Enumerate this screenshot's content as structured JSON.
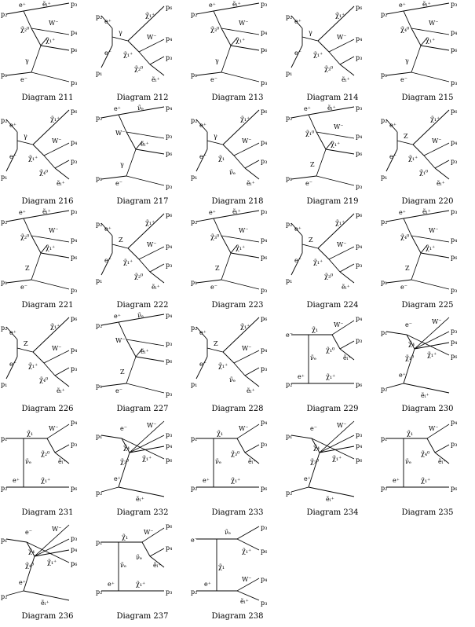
{
  "diagrams": [
    {
      "caption": "Diagram 211",
      "tmpl": "A",
      "labels": {
        "tl": "p₂",
        "bl": "p₁",
        "v1": "e⁺",
        "v2": "e⁻",
        "boson": "γ",
        "e1": "p₃",
        "e1p": "ẽₗ⁺",
        "int1": "χ̃₂⁰",
        "w": "W⁻",
        "e2": "p₄",
        "int2": "χ̃₁⁺",
        "e3": "p₆",
        "e4": "p₃"
      }
    },
    {
      "caption": "Diagram 212",
      "tmpl": "B",
      "labels": {
        "tl": "p₂",
        "bl": "p₁",
        "v1": "e⁺",
        "v2": "e⁻",
        "boson": "γ",
        "e1": "p₆",
        "e1p": "χ̃₁⁺",
        "w": "W⁻",
        "e2": "p₄",
        "int1": "χ̃₁⁺",
        "int2": "χ̃₂⁰",
        "e3": "p₃",
        "e4": "ẽₗ⁺"
      }
    },
    {
      "caption": "Diagram 213",
      "tmpl": "A",
      "labels": {
        "tl": "p₂",
        "bl": "p₁",
        "v1": "e⁺",
        "v2": "e⁻",
        "boson": "γ",
        "e1": "p₃",
        "e1p": "ẽₗ⁺",
        "int1": "χ̃₃⁰",
        "w": "W⁻",
        "e2": "p₄",
        "int2": "χ̃₁⁺",
        "e3": "p₆",
        "e4": "p₃"
      }
    },
    {
      "caption": "Diagram 214",
      "tmpl": "B",
      "labels": {
        "tl": "p₂",
        "bl": "p₁",
        "v1": "e⁺",
        "v2": "e⁻",
        "boson": "γ",
        "e1": "p₆",
        "e1p": "χ̃₁⁺",
        "w": "W⁻",
        "e2": "p₄",
        "int1": "χ̃₁⁺",
        "int2": "χ̃₃⁰",
        "e3": "p₃",
        "e4": "ẽₗ⁺"
      }
    },
    {
      "caption": "Diagram 215",
      "tmpl": "A",
      "labels": {
        "tl": "p₂",
        "bl": "p₁",
        "v1": "e⁺",
        "v2": "e⁻",
        "boson": "γ",
        "e1": "p₃",
        "e1p": "ẽₗ⁺",
        "int1": "χ̃₄⁰",
        "w": "W⁻",
        "e2": "p₄",
        "int2": "χ̃₁⁺",
        "e3": "p₆",
        "e4": "p₃"
      }
    },
    {
      "caption": "Diagram 216",
      "tmpl": "B",
      "labels": {
        "tl": "p₂",
        "bl": "p₁",
        "v1": "e⁺",
        "v2": "e⁻",
        "boson": "γ",
        "e1": "p₆",
        "e1p": "χ̃₁⁺",
        "w": "W⁻",
        "e2": "p₄",
        "int1": "χ̃₁⁺",
        "int2": "χ̃₄⁰",
        "e3": "p₃",
        "e4": "ẽₗ⁺"
      }
    },
    {
      "caption": "Diagram 217",
      "tmpl": "A",
      "labels": {
        "tl": "p₂",
        "bl": "p₁",
        "v1": "e⁺",
        "v2": "e⁻",
        "boson": "γ",
        "e1": "p₄",
        "e1p": "ν̃ₑ",
        "int1": "W⁻",
        "w": "",
        "e2": "p₃",
        "int2": "ẽₗ⁺",
        "e3": "p₆",
        "e4": "p₃"
      }
    },
    {
      "caption": "Diagram 218",
      "tmpl": "B",
      "labels": {
        "tl": "p₂",
        "bl": "p₁",
        "v1": "e⁺",
        "v2": "e⁻",
        "boson": "γ",
        "e1": "p₆",
        "e1p": "χ̃₁⁺",
        "w": "W⁻",
        "e2": "p₄",
        "int1": "χ̃₁",
        "int2": "ν̃ₑ",
        "e3": "p₃",
        "e4": "ẽₗ⁺"
      }
    },
    {
      "caption": "Diagram 219",
      "tmpl": "A",
      "labels": {
        "tl": "p₂",
        "bl": "p₁",
        "v1": "e⁺",
        "v2": "e⁻",
        "boson": "Z",
        "e1": "p₃",
        "e1p": "ẽₗ⁺",
        "int1": "χ̃₁⁰",
        "w": "W⁻",
        "e2": "p₄",
        "int2": "χ̃₁⁺",
        "e3": "p₆",
        "e4": "p₃"
      }
    },
    {
      "caption": "Diagram 220",
      "tmpl": "B",
      "labels": {
        "tl": "p₂",
        "bl": "p₁",
        "v1": "e⁺",
        "v2": "e⁻",
        "boson": "Z",
        "e1": "p₆",
        "e1p": "χ̃₁⁺",
        "w": "W⁻",
        "e2": "p₄",
        "int1": "χ̃₁⁺",
        "int2": "χ̃₁⁰",
        "e3": "p₃",
        "e4": "ẽₗ⁺"
      }
    },
    {
      "caption": "Diagram 221",
      "tmpl": "A",
      "labels": {
        "tl": "p₂",
        "bl": "p₁",
        "v1": "e⁺",
        "v2": "e⁻",
        "boson": "Z",
        "e1": "p₃",
        "e1p": "ẽₗ⁺",
        "int1": "χ̃₂⁰",
        "w": "W⁻",
        "e2": "p₄",
        "int2": "χ̃₁⁺",
        "e3": "p₆",
        "e4": "p₃"
      }
    },
    {
      "caption": "Diagram 222",
      "tmpl": "B",
      "labels": {
        "tl": "p₂",
        "bl": "p₁",
        "v1": "e⁺",
        "v2": "e⁻",
        "boson": "Z",
        "e1": "p₆",
        "e1p": "χ̃₁⁺",
        "w": "W⁻",
        "e2": "p₄",
        "int1": "χ̃₁⁺",
        "int2": "χ̃₂⁰",
        "e3": "p₃",
        "e4": "ẽₗ⁺"
      }
    },
    {
      "caption": "Diagram 223",
      "tmpl": "A",
      "labels": {
        "tl": "p₂",
        "bl": "p₁",
        "v1": "e⁺",
        "v2": "e⁻",
        "boson": "Z",
        "e1": "p₃",
        "e1p": "ẽₗ⁺",
        "int1": "χ̃₃⁰",
        "w": "W⁻",
        "e2": "p₄",
        "int2": "χ̃₁⁺",
        "e3": "p₆",
        "e4": "p₃"
      }
    },
    {
      "caption": "Diagram 224",
      "tmpl": "B",
      "labels": {
        "tl": "p₂",
        "bl": "p₁",
        "v1": "e⁺",
        "v2": "e⁻",
        "boson": "Z",
        "e1": "p₆",
        "e1p": "χ̃₁⁺",
        "w": "W⁻",
        "e2": "p₄",
        "int1": "χ̃₁⁺",
        "int2": "χ̃₃⁰",
        "e3": "p₃",
        "e4": "ẽₗ⁺"
      }
    },
    {
      "caption": "Diagram 225",
      "tmpl": "A",
      "labels": {
        "tl": "p₂",
        "bl": "p₁",
        "v1": "e⁺",
        "v2": "e⁻",
        "boson": "Z",
        "e1": "p₃",
        "e1p": "ẽₗ⁺",
        "int1": "χ̃₄⁰",
        "w": "W⁻",
        "e2": "p₄",
        "int2": "χ̃₁⁺",
        "e3": "p₆",
        "e4": "p₃"
      }
    },
    {
      "caption": "Diagram 226",
      "tmpl": "B",
      "labels": {
        "tl": "p₂",
        "bl": "p₁",
        "v1": "e⁺",
        "v2": "e⁻",
        "boson": "Z",
        "e1": "p₆",
        "e1p": "χ̃₁⁺",
        "w": "W⁻",
        "e2": "p₄",
        "int1": "χ̃₁⁺",
        "int2": "χ̃₄⁰",
        "e3": "p₃",
        "e4": "ẽₗ⁺"
      }
    },
    {
      "caption": "Diagram 227",
      "tmpl": "A",
      "labels": {
        "tl": "p₂",
        "bl": "p₁",
        "v1": "e⁺",
        "v2": "e⁻",
        "boson": "Z",
        "e1": "p₄",
        "e1p": "ν̃ₑ",
        "int1": "W⁻",
        "w": "",
        "e2": "p₃",
        "int2": "ẽₗ⁺",
        "e3": "p₆",
        "e4": "p₃"
      }
    },
    {
      "caption": "Diagram 228",
      "tmpl": "B",
      "labels": {
        "tl": "p₂",
        "bl": "p₁",
        "v1": "e⁺",
        "v2": "e⁻",
        "boson": "Z",
        "e1": "p₆",
        "e1p": "χ̃₁⁺",
        "w": "W⁻",
        "e2": "p₄",
        "int1": "χ̃₁⁺",
        "int2": "ν̃ₑ",
        "e3": "p₃",
        "e4": "ẽₗ⁺"
      }
    },
    {
      "caption": "Diagram 229",
      "tmpl": "C",
      "labels": {
        "tl": "e⁻",
        "bl": "p₂",
        "v1": "χ̃₁",
        "v2": "e⁺",
        "boson": "ν̃ₑ",
        "e1": "p₄",
        "e1p": "W⁻",
        "w": "",
        "e2": "p₃",
        "int1": "χ̃₁⁰",
        "int2": "ẽₗ⁺",
        "e3": "p₆",
        "e4": "χ̃₁⁺"
      }
    },
    {
      "caption": "Diagram 230",
      "tmpl": "D",
      "labels": {
        "tl": "p₁",
        "bl": "p₂",
        "v1": "e⁻",
        "v2": "e⁺",
        "boson": "W⁻",
        "e1": "p₃",
        "e1p": "χ̃₄",
        "w": "",
        "e2": "p₄",
        "int1": "χ̃₁⁺",
        "int2": "χ̃₁⁰",
        "e3": "p₆",
        "e4": "ẽₗ⁺"
      }
    },
    {
      "caption": "Diagram 231",
      "tmpl": "C",
      "labels": {
        "tl": "p₁",
        "bl": "p₂",
        "v1": "χ̃₁",
        "v2": "e⁺",
        "boson": "ν̃ₑ",
        "e1": "p₄",
        "e1p": "W⁻",
        "w": "",
        "e2": "p₃",
        "int1": "χ̃₂⁰",
        "int2": "ẽₗ⁺",
        "e3": "p₆",
        "e4": "χ̃₁⁺"
      }
    },
    {
      "caption": "Diagram 232",
      "tmpl": "D",
      "labels": {
        "tl": "p₁",
        "bl": "p₂",
        "v1": "e⁻",
        "v2": "e⁺",
        "boson": "W⁻",
        "e1": "p₃",
        "e1p": "χ̃₄",
        "w": "",
        "e2": "p₄",
        "int1": "χ̃₁⁺",
        "int2": "χ̃₂⁰",
        "e3": "p₆",
        "e4": "ẽₗ⁺"
      }
    },
    {
      "caption": "Diagram 233",
      "tmpl": "C",
      "labels": {
        "tl": "p₁",
        "bl": "p₂",
        "v1": "χ̃₁",
        "v2": "e⁺",
        "boson": "ν̃ₑ",
        "e1": "p₄",
        "e1p": "W⁻",
        "w": "",
        "e2": "p₃",
        "int1": "χ̃₃⁰",
        "int2": "ẽₗ⁺",
        "e3": "p₆",
        "e4": "χ̃₁⁺"
      }
    },
    {
      "caption": "Diagram 234",
      "tmpl": "D",
      "labels": {
        "tl": "p₁",
        "bl": "p₂",
        "v1": "e⁻",
        "v2": "e⁺",
        "boson": "W⁻",
        "e1": "p₃",
        "e1p": "χ̃₄",
        "w": "",
        "e2": "p₄",
        "int1": "χ̃₁⁺",
        "int2": "χ̃₃⁰",
        "e3": "p₆",
        "e4": "ẽₗ⁺"
      }
    },
    {
      "caption": "Diagram 235",
      "tmpl": "C",
      "labels": {
        "tl": "p₁",
        "bl": "p₂",
        "v1": "χ̃₁",
        "v2": "e⁺",
        "boson": "ν̃ₑ",
        "e1": "p₄",
        "e1p": "W⁻",
        "w": "",
        "e2": "p₃",
        "int1": "χ̃₄⁰",
        "int2": "ẽₗ⁺",
        "e3": "p₆",
        "e4": "χ̃₁⁺"
      }
    },
    {
      "caption": "Diagram 236",
      "tmpl": "D",
      "labels": {
        "tl": "p₁",
        "bl": "p₂",
        "v1": "e⁻",
        "v2": "e⁺",
        "boson": "W⁻",
        "e1": "p₃",
        "e1p": "χ̃₄",
        "w": "",
        "e2": "p₄",
        "int1": "χ̃₁⁺",
        "int2": "χ̃₄⁰",
        "e3": "p₆",
        "e4": "ẽₗ⁺"
      }
    },
    {
      "caption": "Diagram 237",
      "tmpl": "C",
      "labels": {
        "tl": "p₁",
        "bl": "p₂",
        "v1": "χ̃₁",
        "v2": "e⁺",
        "boson": "ν̃ₑ",
        "e1": "p₆",
        "e1p": "W⁻",
        "w": "",
        "e2": "p₄",
        "int1": "ν̃ₑ",
        "int2": "ẽₗ⁺",
        "e3": "p₃",
        "e4": "χ̃₁⁺"
      }
    },
    {
      "caption": "Diagram 238",
      "tmpl": "E",
      "labels": {
        "tl": "e⁻",
        "bl": "p₂",
        "v1": "ν̃ₑ",
        "v2": "e⁺",
        "boson": "χ̃₁",
        "e1": "p₃",
        "e1p": "χ̃₁",
        "w": "W⁻",
        "e2": "p₄",
        "int1": "χ̃₁⁺",
        "int2": "ẽₗ⁺",
        "e3": "p₆",
        "e4": "p₃"
      }
    }
  ]
}
